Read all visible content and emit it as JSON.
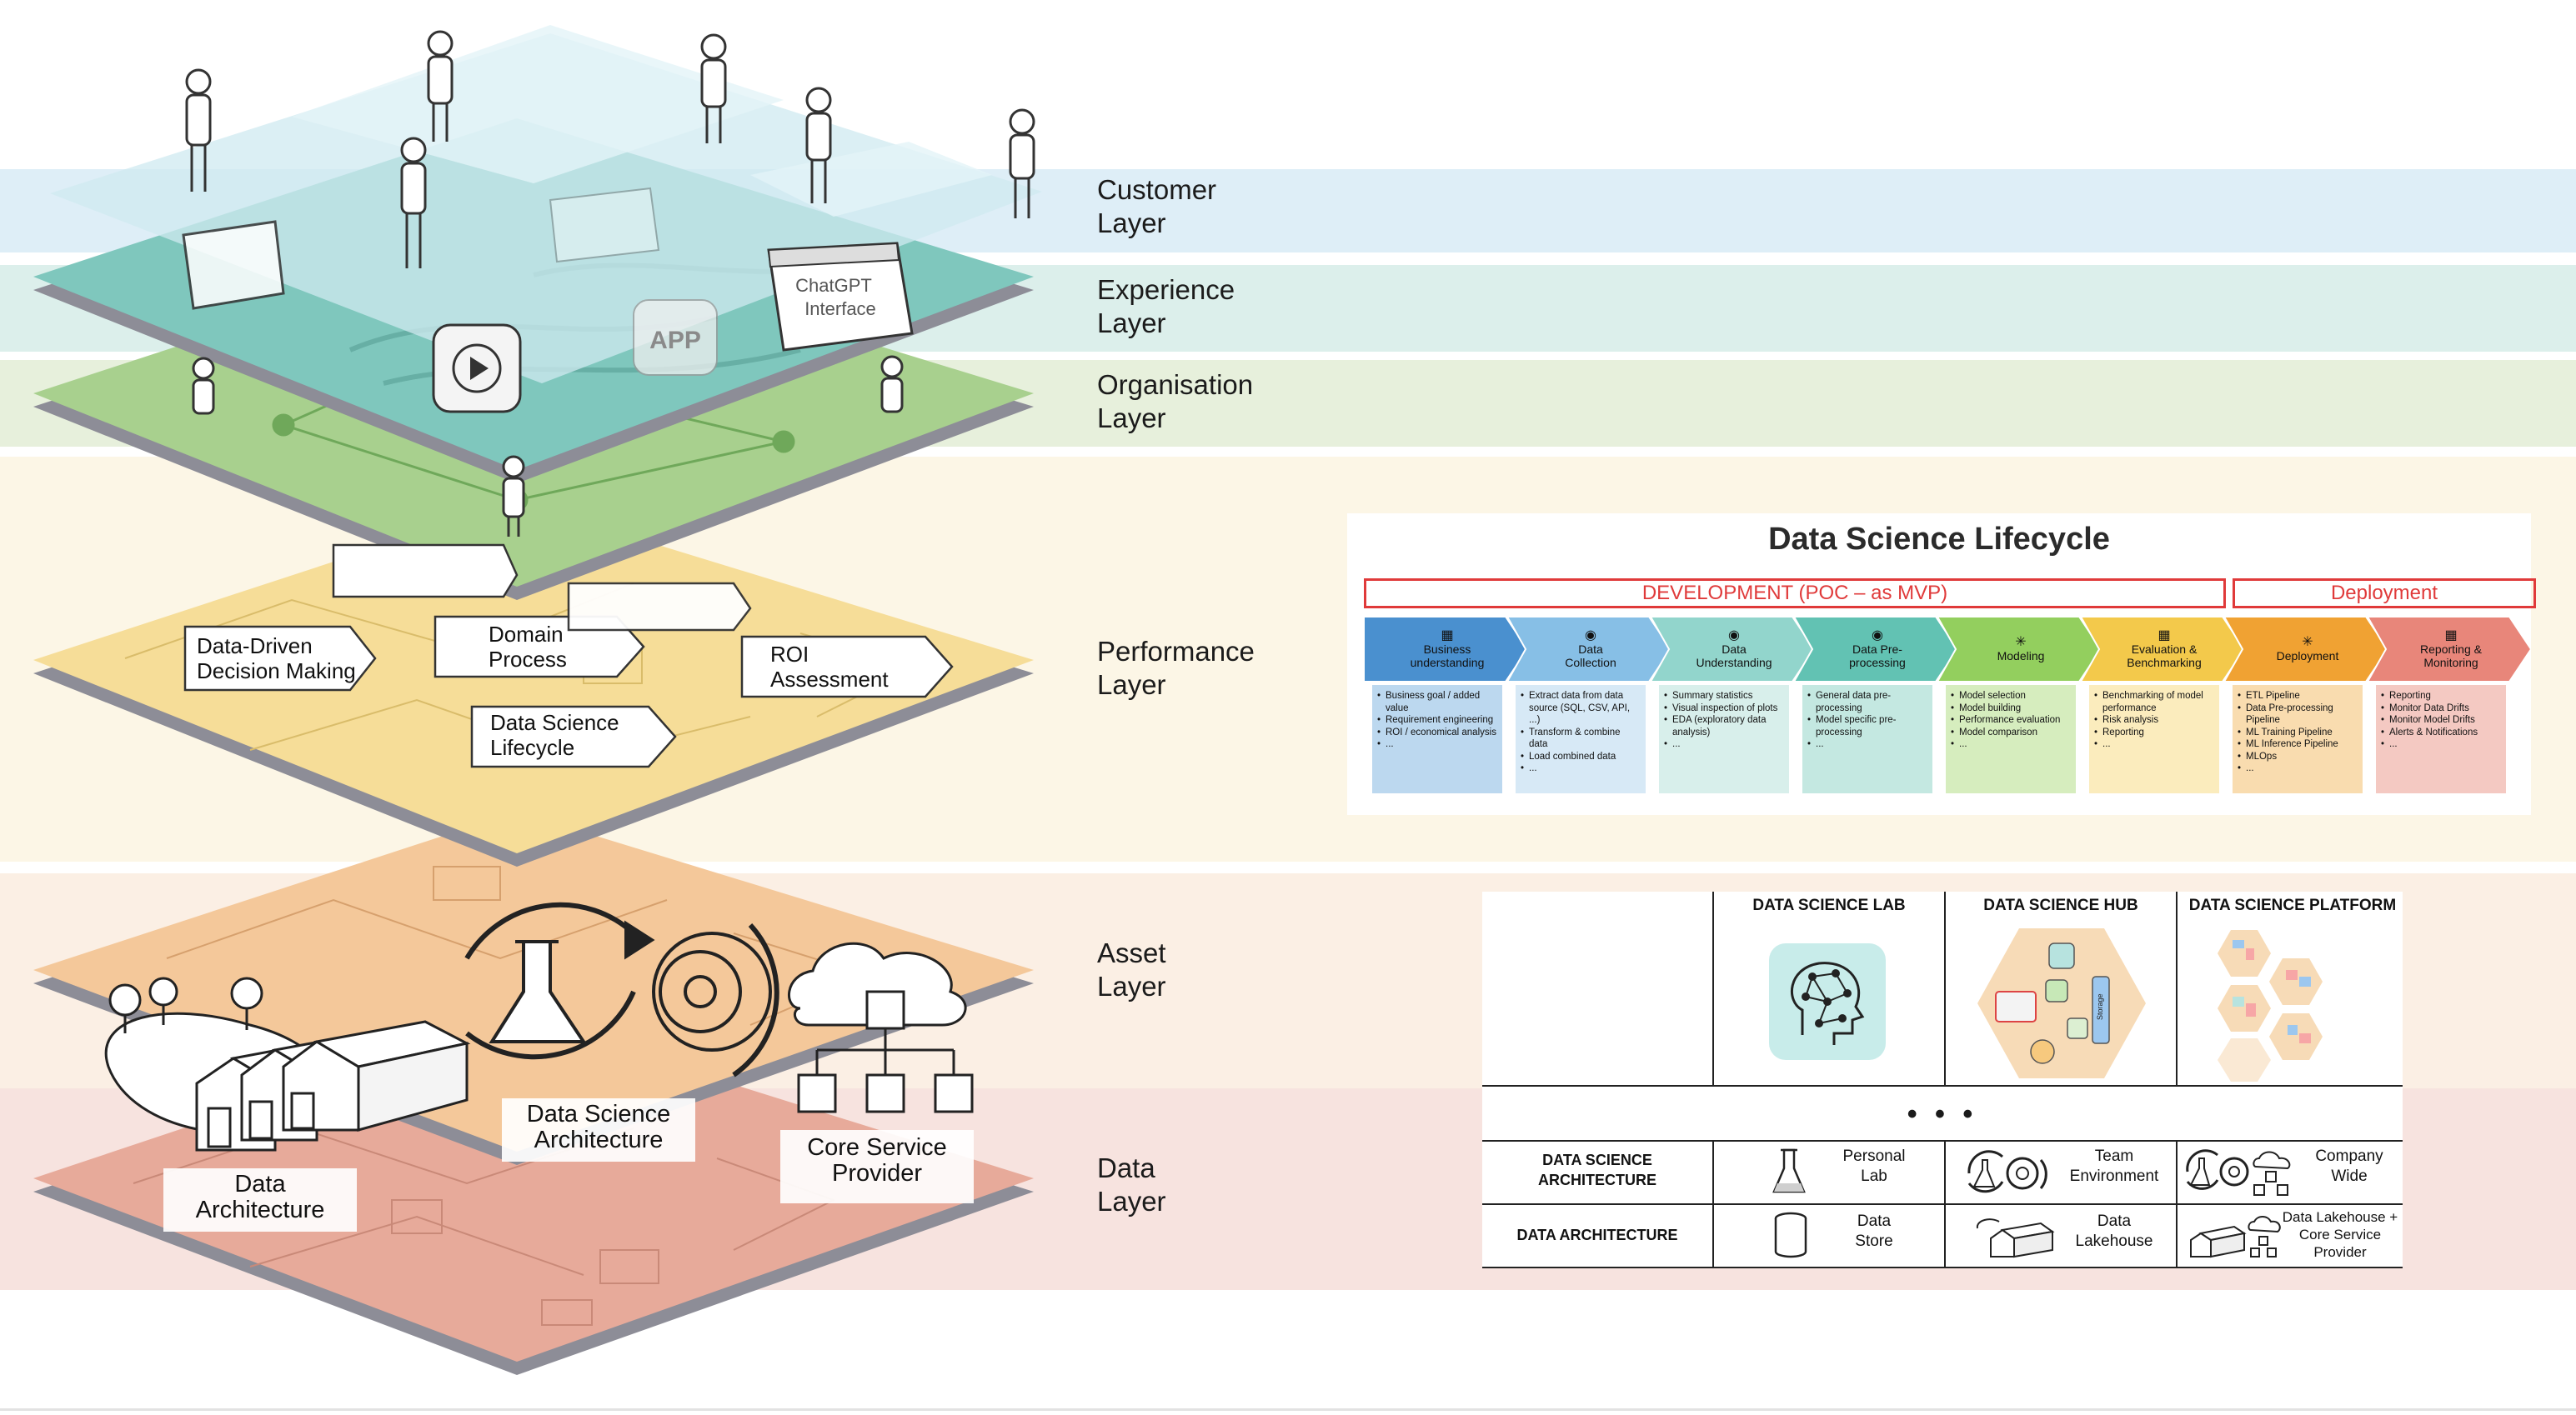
{
  "layers": [
    {
      "id": "customer",
      "line1": "Customer",
      "line2": "Layer",
      "color": "#deeef7"
    },
    {
      "id": "experience",
      "line1": "Experience",
      "line2": "Layer",
      "color": "#dcefeb"
    },
    {
      "id": "organisation",
      "line1": "Organisation",
      "line2": "Layer",
      "color": "#e7f0dc"
    },
    {
      "id": "performance",
      "line1": "Performance",
      "line2": "Layer",
      "color": "#fcf6e6"
    },
    {
      "id": "asset",
      "line1": "Asset",
      "line2": "Layer",
      "color": "#fbefe4"
    },
    {
      "id": "data",
      "line1": "Data",
      "line2": "Layer",
      "color": "#f7e3df"
    }
  ],
  "stack": {
    "performance_tags": [
      {
        "line1": "Data-Driven",
        "line2": "Decision Making"
      },
      {
        "line1": "Domain",
        "line2": "Process"
      },
      {
        "line1": "ROI",
        "line2": "Assessment"
      },
      {
        "line1": "Data Science",
        "line2": "Lifecycle"
      }
    ],
    "experience_screens": [
      "ChatGPT",
      "Interface",
      "APP"
    ],
    "asset_labels": [
      {
        "line1": "Data",
        "line2": "Architecture"
      },
      {
        "line1": "Data Science",
        "line2": "Architecture"
      },
      {
        "line1": "Core Service",
        "line2": "Provider"
      }
    ]
  },
  "lifecycle": {
    "title": "Data Science Lifecycle",
    "development_label": "DEVELOPMENT  (POC – as MVP)",
    "deployment_label": "Deployment",
    "ellipsis_char": "...",
    "phases": [
      {
        "line1": "Business",
        "line2": "understanding",
        "color": "#4a90cf",
        "list_color": "#bcd8ef",
        "icon": "building-icon",
        "icon_char": "▦",
        "items": [
          "Business goal / added value",
          "Requirement engineering",
          "ROI / economical analysis",
          "..."
        ]
      },
      {
        "line1": "Data",
        "line2": "Collection",
        "color": "#87bfe6",
        "list_color": "#d7e9f6",
        "icon": "database-icon",
        "icon_char": "◉",
        "items": [
          "Extract data from data source (SQL, CSV, API, ...)",
          "Transform & combine data",
          "Load combined data",
          "..."
        ]
      },
      {
        "line1": "Data",
        "line2": "Understanding",
        "color": "#92d5cc",
        "list_color": "#d8efeb",
        "icon": "database-icon",
        "icon_char": "◉",
        "items": [
          "Summary statistics",
          "Visual inspection of plots",
          "EDA (exploratory data analysis)",
          "..."
        ]
      },
      {
        "line1": "Data Pre-",
        "line2": "processing",
        "color": "#62c2b3",
        "list_color": "#c4e8e1",
        "icon": "database-icon",
        "icon_char": "◉",
        "items": [
          "General data pre-processing",
          "Model specific pre-processing",
          "..."
        ]
      },
      {
        "line1": "Modeling",
        "line2": "",
        "color": "#93cf5e",
        "list_color": "#d6edbe",
        "icon": "network-icon",
        "icon_char": "✳",
        "items": [
          "Model selection",
          "Model building",
          "Performance evaluation",
          "Model comparison",
          "..."
        ]
      },
      {
        "line1": "Evaluation &",
        "line2": "Benchmarking",
        "color": "#f3c94b",
        "list_color": "#fbecbd",
        "icon": "building-icon",
        "icon_char": "▦",
        "items": [
          "Benchmarking of model performance",
          "Risk analysis",
          "Reporting",
          "..."
        ]
      },
      {
        "line1": "Deployment",
        "line2": "",
        "color": "#f0a233",
        "list_color": "#f9dcaf",
        "icon": "network-icon",
        "icon_char": "✳",
        "items": [
          "ETL Pipeline",
          "Data Pre-processing Pipeline",
          "ML Training Pipeline",
          "ML Inference Pipeline",
          "MLOps",
          "..."
        ]
      },
      {
        "line1": "Reporting &",
        "line2": "Monitoring",
        "color": "#e8867a",
        "list_color": "#f4c9c2",
        "icon": "building-icon",
        "icon_char": "▦",
        "items": [
          "Reporting",
          "Monitor Data Drifts",
          "Monitor Model Drifts",
          "Alerts & Notifications",
          "..."
        ]
      }
    ]
  },
  "table": {
    "headers": [
      "DATA SCIENCE LAB",
      "DATA SCIENCE HUB",
      "DATA SCIENCE PLATFORM"
    ],
    "ellipsis": "• • •",
    "rows": [
      {
        "head1": "DATA SCIENCE",
        "head2": "ARCHITECTURE",
        "cells": [
          {
            "line1": "Personal",
            "line2": "Lab",
            "icon": "flask-icon"
          },
          {
            "line1": "Team",
            "line2": "Environment",
            "icon": "flask-gear-icon"
          },
          {
            "line1": "Company",
            "line2": "Wide",
            "icon": "flask-gear-cloud-icon"
          }
        ]
      },
      {
        "head1": "DATA ARCHITECTURE",
        "head2": "",
        "cells": [
          {
            "line1": "Data",
            "line2": "Store",
            "icon": "cylinder-icon"
          },
          {
            "line1": "Data",
            "line2": "Lakehouse",
            "icon": "lakehouse-icon"
          },
          {
            "line1": "Data Lakehouse +",
            "line2": "Core Service",
            "line3": "Provider",
            "icon": "lakehouse-cloud-icon"
          }
        ]
      }
    ],
    "hub_storage_label": "Storage"
  }
}
